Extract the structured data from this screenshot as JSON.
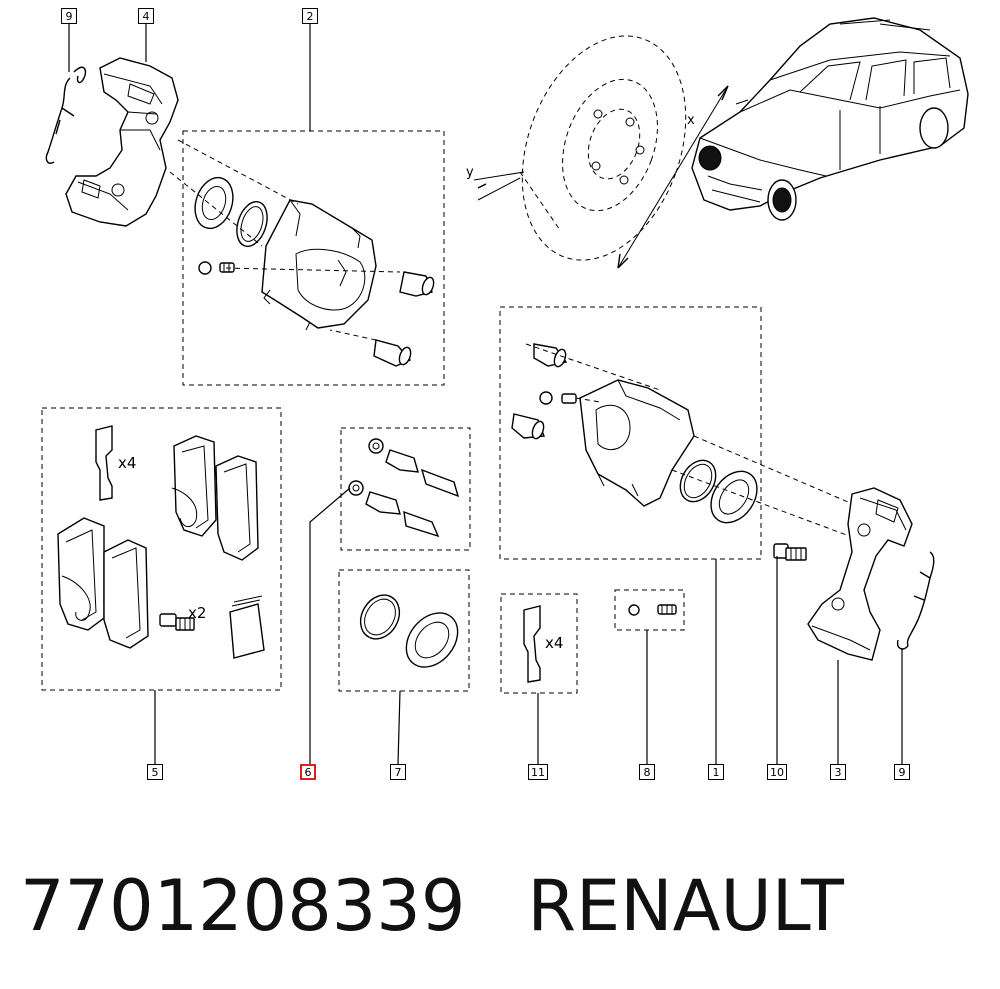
{
  "diagram": {
    "callouts": {
      "top_left_clip": "9",
      "top_bracket": "4",
      "top_caliper_kit": "2",
      "bottom_pads": "5",
      "bottom_guide_pins": "6",
      "bottom_seals": "7",
      "bottom_spring_plates": "11",
      "bottom_bleed": "8",
      "bottom_caliper_kit": "1",
      "bottom_bolt": "10",
      "bottom_bracket": "3",
      "bottom_clip": "9"
    },
    "highlighted_callout": "6",
    "quantities": {
      "pad_clips": "x4",
      "pad_bolts": "x2",
      "spring_plates": "x4"
    },
    "disc_dimensions": {
      "diameter": "x",
      "thickness": "y"
    }
  },
  "caption": {
    "part_number": "7701208339",
    "brand": "RENAULT"
  },
  "colors": {
    "line": "#000000",
    "highlight": "#e02020",
    "background": "#ffffff"
  }
}
